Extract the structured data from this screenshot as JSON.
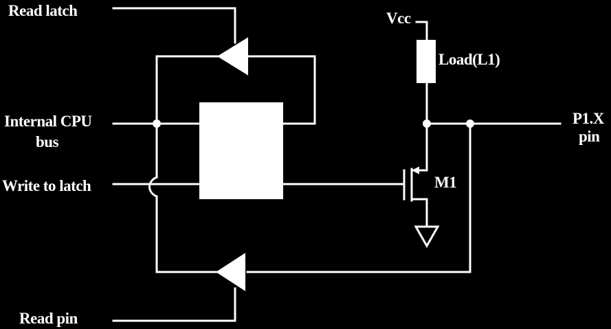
{
  "labels": {
    "read_latch": "Read latch",
    "internal_bus_line1": "Internal CPU",
    "internal_bus_line2": "bus",
    "write_to_latch": "Write to latch",
    "read_pin": "Read pin",
    "vcc": "Vcc",
    "load": "Load(L1)",
    "m1": "M1",
    "pin_line1": "P1.X",
    "pin_line2": "pin"
  },
  "colors": {
    "background": "#000000",
    "foreground": "#ffffff"
  }
}
